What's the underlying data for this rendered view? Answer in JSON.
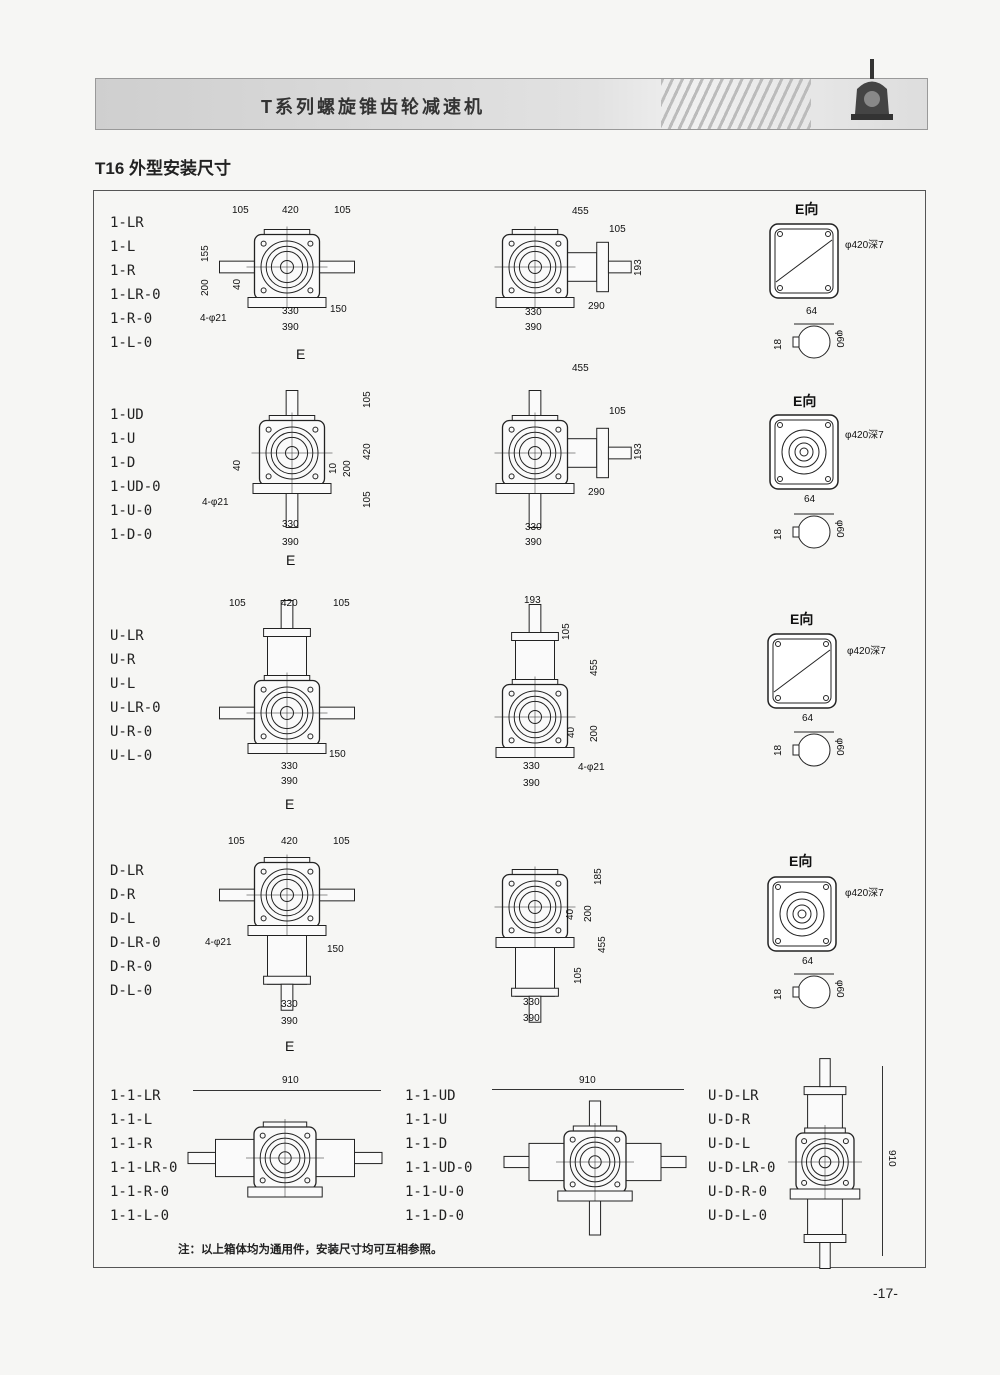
{
  "header": {
    "title": "T系列螺旋锥齿轮减速机"
  },
  "section_title": "T16 外型安装尺寸",
  "rows": [
    {
      "labels": [
        "1-LR",
        "1-L",
        "1-R",
        "1-LR-0",
        "1-R-0",
        "1-L-0"
      ],
      "a": [
        "105",
        "420",
        "105",
        "155",
        "200",
        "40",
        "330",
        "150",
        "4-φ21",
        "390",
        "E"
      ],
      "b": [
        "455",
        "105",
        "193",
        "330",
        "290",
        "390"
      ],
      "c": [
        "E向",
        "φ420深7",
        "64",
        "18",
        "φ60"
      ]
    },
    {
      "labels": [
        "1-UD",
        "1-U",
        "1-D",
        "1-UD-0",
        "1-U-0",
        "1-D-0"
      ],
      "a": [
        "105",
        "420",
        "40",
        "10",
        "200",
        "105",
        "4-φ21",
        "330",
        "390",
        "E"
      ],
      "b": [
        "455",
        "105",
        "193",
        "290",
        "330",
        "390"
      ],
      "c": [
        "E向",
        "φ420深7",
        "64",
        "18",
        "φ60"
      ]
    },
    {
      "labels": [
        "U-LR",
        "U-R",
        "U-L",
        "U-LR-0",
        "U-R-0",
        "U-L-0"
      ],
      "a": [
        "105",
        "420",
        "105",
        "150",
        "330",
        "390",
        "E"
      ],
      "b": [
        "193",
        "105",
        "455",
        "40",
        "200",
        "330",
        "4-φ21",
        "390"
      ],
      "c": [
        "E向",
        "φ420深7",
        "64",
        "18",
        "φ60"
      ]
    },
    {
      "labels": [
        "D-LR",
        "D-R",
        "D-L",
        "D-LR-0",
        "D-R-0",
        "D-L-0"
      ],
      "a": [
        "105",
        "420",
        "105",
        "4-φ21",
        "150",
        "330",
        "390",
        "E"
      ],
      "b": [
        "185",
        "40",
        "200",
        "455",
        "105",
        "330",
        "390"
      ],
      "c": [
        "E向",
        "φ420深7",
        "64",
        "18",
        "φ60"
      ]
    }
  ],
  "bottom": {
    "col1": [
      "1-1-LR",
      "1-1-L",
      "1-1-R",
      "1-1-LR-0",
      "1-1-R-0",
      "1-1-L-0"
    ],
    "col2": [
      "1-1-UD",
      "1-1-U",
      "1-1-D",
      "1-1-UD-0",
      "1-1-U-0",
      "1-1-D-0"
    ],
    "col3": [
      "U-D-LR",
      "U-D-R",
      "U-D-L",
      "U-D-LR-0",
      "U-D-R-0",
      "U-D-L-0"
    ],
    "dims": [
      "910",
      "910",
      "910"
    ]
  },
  "note": "注：以上箱体均为通用件，安装尺寸均可互相参照。",
  "page_number": "-17-"
}
